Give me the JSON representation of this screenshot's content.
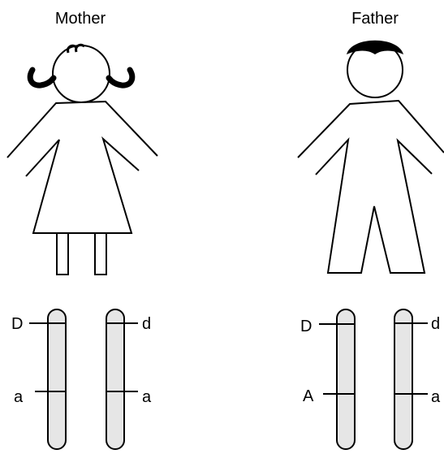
{
  "figures": {
    "mother": {
      "title": "Mother"
    },
    "father": {
      "title": "Father"
    }
  },
  "chromosomes": {
    "mother_left": {
      "top_allele": "D",
      "bottom_allele": "a"
    },
    "mother_right": {
      "top_allele": "d",
      "bottom_allele": "a"
    },
    "father_left": {
      "top_allele": "D",
      "bottom_allele": "A"
    },
    "father_right": {
      "top_allele": "d",
      "bottom_allele": "a"
    }
  },
  "colors": {
    "chromosome_fill": "#e6e6e6",
    "stroke": "#000000",
    "hair": "#000000"
  }
}
